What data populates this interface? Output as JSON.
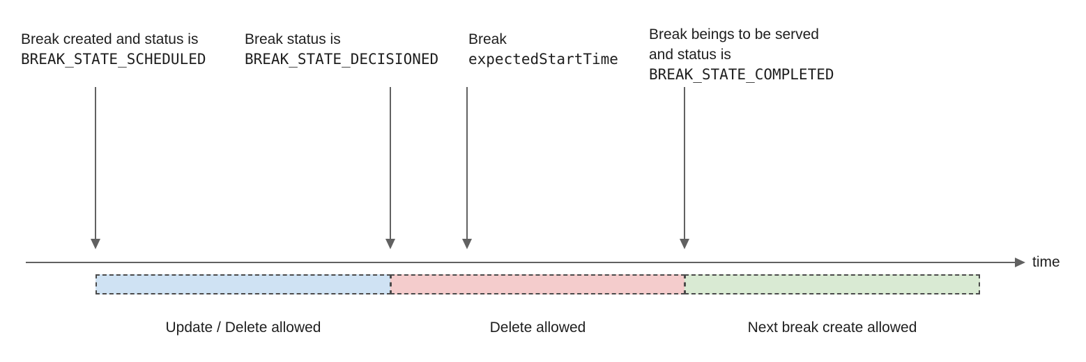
{
  "annotations": [
    {
      "line1": "Break created and status is",
      "line2": "BREAK_STATE_SCHEDULED"
    },
    {
      "line1": "Break status is",
      "line2": "BREAK_STATE_DECISIONED"
    },
    {
      "line1": "Break",
      "line2": "expectedStartTime"
    },
    {
      "line1": "Break beings to be served",
      "line2": "and status is",
      "line3": "BREAK_STATE_COMPLETED"
    }
  ],
  "timeline": {
    "label": "time"
  },
  "segments": [
    {
      "label": "Update / Delete allowed",
      "fill": "#cfe2f3"
    },
    {
      "label": "Delete allowed",
      "fill": "#f4cccc"
    },
    {
      "label": "Next break create allowed",
      "fill": "#d9ead3"
    }
  ],
  "colors": {
    "arrow": "#616161",
    "segment_border": "#4a4a4a",
    "text": "#1e1e1e"
  }
}
